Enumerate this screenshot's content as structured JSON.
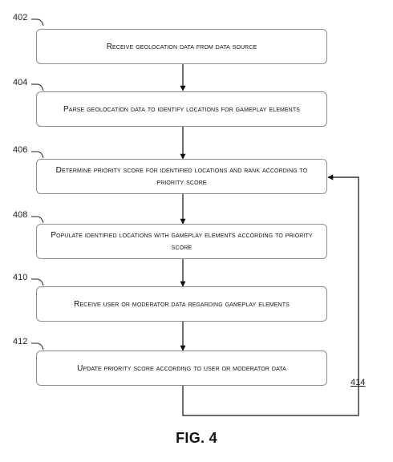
{
  "figure": {
    "caption": "FIG. 4",
    "steps": [
      {
        "ref": "402",
        "text": "Receive geolocation data from data source"
      },
      {
        "ref": "404",
        "text": "Parse geolocation data to identify locations for gameplay elements"
      },
      {
        "ref": "406",
        "text": "Determine priority score for identified locations and rank according to priority score"
      },
      {
        "ref": "408",
        "text": "Populate identified locations with gameplay elements according to priority score"
      },
      {
        "ref": "410",
        "text": "Receive user or moderator data regarding gameplay elements"
      },
      {
        "ref": "412",
        "text": "Update priority score according to user or moderator data"
      }
    ],
    "loop_ref": "414"
  }
}
